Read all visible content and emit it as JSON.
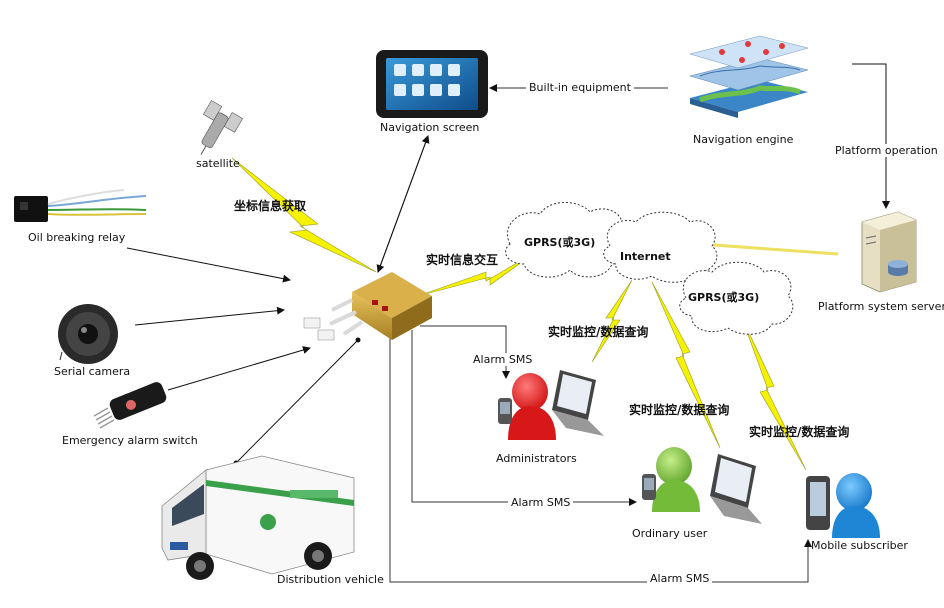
{
  "labels": {
    "navigation_screen": "Navigation screen",
    "built_in_equipment": "Built-in equipment",
    "navigation_engine": "Navigation engine",
    "platform_operation": "Platform operation",
    "platform_system_server": "Platform system server",
    "satellite": "satellite",
    "coord_info": "坐标信息获取",
    "realtime_exchange": "实时信息交互",
    "oil_breaking_relay": "Oil breaking relay",
    "serial_camera": "Serial camera",
    "emergency_alarm_switch": "Emergency alarm switch",
    "distribution_vehicle": "Distribution vehicle",
    "gprs_1": "GPRS(或3G)",
    "internet": "Internet",
    "gprs_2": "GPRS(或3G)",
    "monitor_1": "实时监控/数据查询",
    "monitor_2": "实时监控/数据查询",
    "monitor_3": "实时监控/数据查询",
    "alarm_sms_1": "Alarm SMS",
    "alarm_sms_2": "Alarm SMS",
    "alarm_sms_3": "Alarm SMS",
    "administrators": "Administrators",
    "ordinary_user": "Ordinary user",
    "mobile_subscriber": "Mobile subscriber"
  },
  "colors": {
    "lightning": "#f4f200",
    "admin_person": "#e41b1b",
    "ordinary_person": "#7ac13e",
    "mobile_person": "#1b8fe0",
    "device_gold": "#c9a13a"
  }
}
